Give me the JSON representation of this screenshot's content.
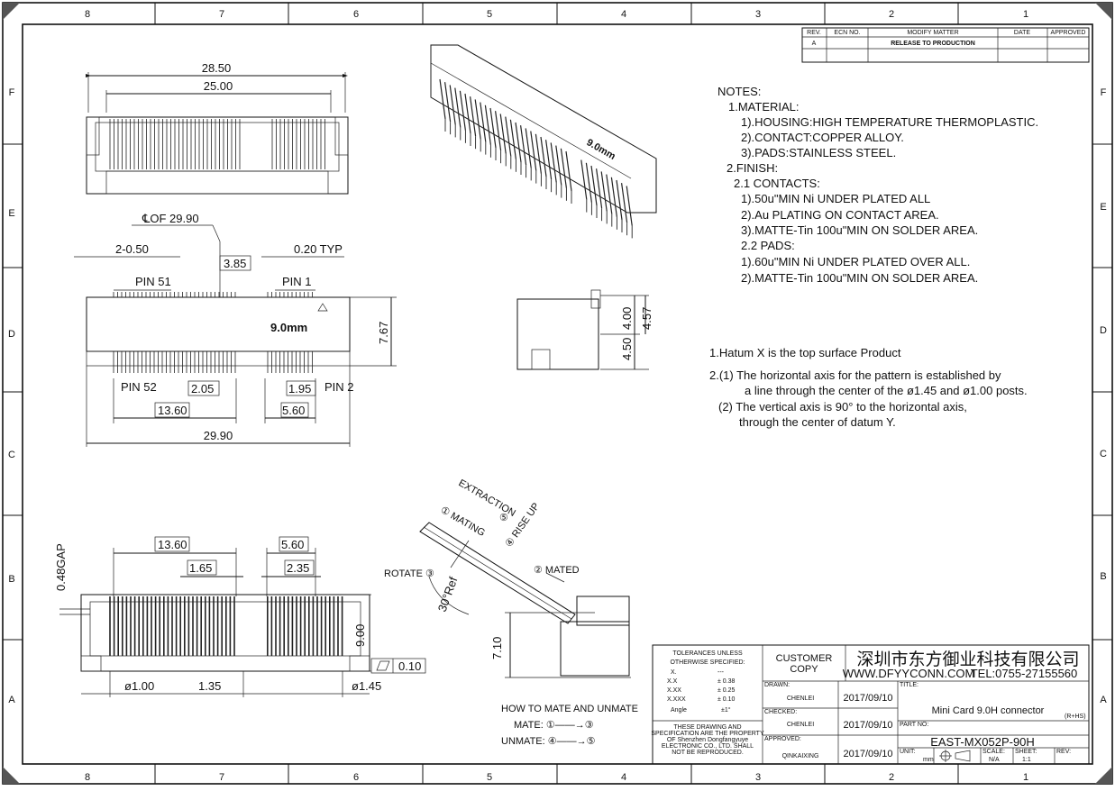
{
  "grid": {
    "columns": [
      "8",
      "7",
      "6",
      "5",
      "4",
      "3",
      "2",
      "1"
    ],
    "rows": [
      "F",
      "E",
      "D",
      "C",
      "B",
      "A"
    ]
  },
  "revision": {
    "headers": [
      "REV.",
      "ECN NO.",
      "MODIFY MATTER",
      "DATE",
      "APPROVED"
    ],
    "row": [
      "A",
      "",
      "RELEASE TO PRODUCTION",
      "",
      ""
    ]
  },
  "top_view": {
    "dim_overall": "28.50",
    "dim_inner": "25.00"
  },
  "front_view": {
    "centerline": "℄OF 29.90",
    "pitch_label": "2-0.50",
    "dim_385": "3.85",
    "typ_label": "0.20 TYP",
    "pin51": "PIN 51",
    "pin1": "PIN 1",
    "pin52": "PIN 52",
    "pin2": "PIN 2",
    "height_label": "9.0mm",
    "dim_767": "7.67",
    "dim_205": "2.05",
    "dim_195": "1.95",
    "dim_1360": "13.60",
    "dim_560": "5.60",
    "dim_2990": "29.90"
  },
  "iso_view": {
    "label": "9.0mm"
  },
  "side_view": {
    "dim_400": "4.00",
    "dim_457": "4.57",
    "dim_450": "4.50"
  },
  "notes": {
    "lines": [
      "NOTES:",
      "1.MATERIAL:",
      "1).HOUSING:HIGH TEMPERATURE THERMOPLASTIC.",
      "2).CONTACT:COPPER ALLOY.",
      "3).PADS:STAINLESS STEEL.",
      "2.FINISH:",
      "2.1 CONTACTS:",
      "1).50u\"MIN Ni UNDER PLATED ALL",
      "2).Au PLATING ON CONTACT AREA.",
      "3).MATTE-Tin 100u\"MIN ON SOLDER AREA.",
      "2.2 PADS:",
      "1).60u\"MIN Ni UNDER PLATED OVER ALL.",
      "2).MATTE-Tin 100u\"MIN ON SOLDER AREA."
    ],
    "datum": [
      "1.Hatum X is the top surface Product",
      "2.(1) The horizontal axis for the pattern is established by",
      "a line through the center of the ø1.45 and ø1.00 posts.",
      "(2) The vertical axis is 90° to the horizontal axis,",
      "through the center of datum Y."
    ]
  },
  "pcb_view": {
    "dim_1360": "13.60",
    "dim_560": "5.60",
    "dim_165": "1.65",
    "dim_235": "2.35",
    "gap": "0.48GAP",
    "dim_900": "9.00",
    "flatness": "0.10",
    "hole_100": "ø1.00",
    "dim_135": "1.35",
    "hole_145": "ø1.45"
  },
  "mating": {
    "extraction": "EXTRACTION",
    "mating": "① MATING",
    "step5": "⑤",
    "rise_up": "④ RISE UP",
    "rotate": "ROTATE ③",
    "mated": "② MATED",
    "angle": "30°Ref",
    "dim_710": "7.10",
    "howto": "HOW TO MATE AND UNMATE",
    "mate": "MATE: ①——→③",
    "unmate": "UNMATE: ④——→⑤"
  },
  "title_block": {
    "tol_title": "TOLERANCES UNLESS",
    "tol_title2": "OTHERWISE SPECIFIED:",
    "tol_rows": [
      [
        "X.",
        "---"
      ],
      [
        "X.X",
        "± 0.38"
      ],
      [
        "X.XX",
        "± 0.25"
      ],
      [
        "X.XXX",
        "± 0.10"
      ],
      [
        "Angle",
        "±1°"
      ]
    ],
    "prop": [
      "THESE DRAWING AND",
      "SPECIFICATION ARE THE PROPERTY",
      "OF Shenzhen Dongfangyuye",
      "ELECTRONIC CO., LTD. SHALL",
      "NOT BE REPRODUCED."
    ],
    "customer": "CUSTOMER",
    "copy": "COPY",
    "company": "深圳市东方御业科技有限公司",
    "website": "WWW.DFYYCONN.COM",
    "tel": "TEL:0755-27155560",
    "drawn_lbl": "DRAWN:",
    "drawn": "CHENLEI",
    "drawn_date": "2017/09/10",
    "checked_lbl": "CHECKED:",
    "checked": "CHENLEI",
    "checked_date": "2017/09/10",
    "approved_lbl": "APPROVED:",
    "approved": "QINKAIXING",
    "approved_date": "2017/09/10",
    "title_lbl": "TITLE:",
    "title": "Mini Card 9.0H connector",
    "rohs": "(R+HS)",
    "part_lbl": "PART NO:",
    "part": "EAST-MX052P-90H",
    "unit_lbl": "UNIT:",
    "unit": "mm",
    "scale_lbl": "SCALE:",
    "scale": "N/A",
    "sheet_lbl": "SHEET:",
    "sheet": "1:1",
    "rev_lbl": "REV:"
  }
}
